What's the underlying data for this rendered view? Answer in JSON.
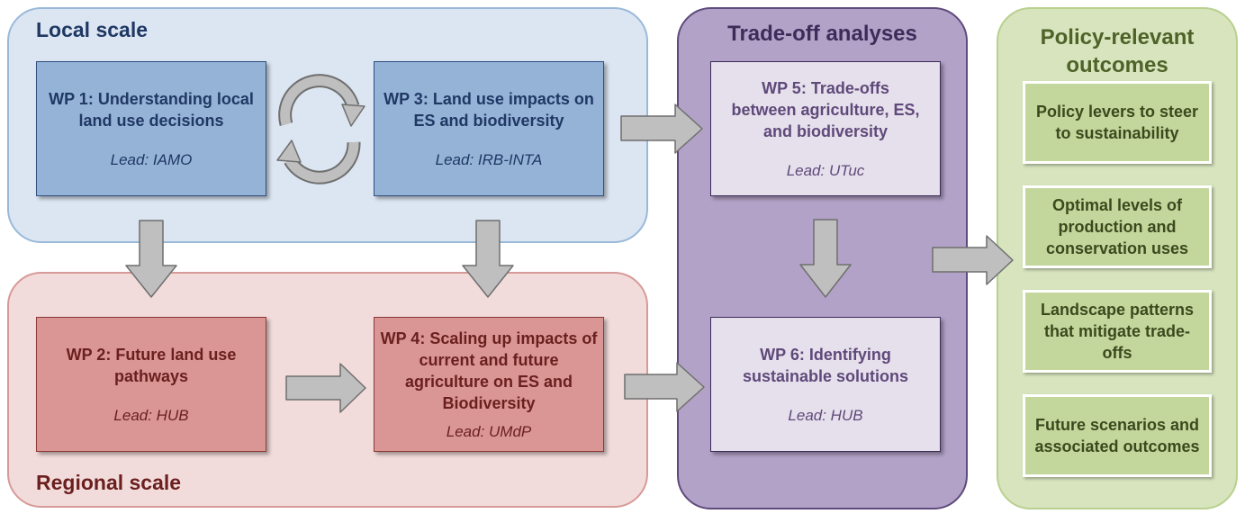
{
  "panels": {
    "local": "Local scale",
    "regional": "Regional scale",
    "tradeoff": "Trade-off analyses",
    "policy": "Policy-relevant outcomes"
  },
  "work_packages": {
    "wp1": {
      "title": "WP 1: Understanding local land use decisions",
      "lead": "Lead: IAMO"
    },
    "wp2": {
      "title": "WP 2: Future land use pathways",
      "lead": "Lead: HUB"
    },
    "wp3": {
      "title": "WP 3: Land use impacts on ES and biodiversity",
      "lead": "Lead: IRB-INTA"
    },
    "wp4": {
      "title": "WP 4: Scaling up impacts of current and future agriculture on ES and Biodiversity",
      "lead": "Lead: UMdP"
    },
    "wp5": {
      "title": "WP 5: Trade-offs between agriculture, ES, and biodiversity",
      "lead": "Lead: UTuc"
    },
    "wp6": {
      "title": "WP 6: Identifying sustainable solutions",
      "lead": "Lead: HUB"
    }
  },
  "outcomes": [
    "Policy levers to steer to sustainability",
    "Optimal levels of production and conservation uses",
    "Landscape patterns that mitigate trade-offs",
    "Future scenarios and associated outcomes"
  ],
  "colors": {
    "local_panel": "#dce6f2",
    "regional_panel": "#f2dcdb",
    "tradeoff_panel": "#b3a2c7",
    "policy_panel": "#d7e4bd",
    "arrow": "#bfbfbf"
  }
}
